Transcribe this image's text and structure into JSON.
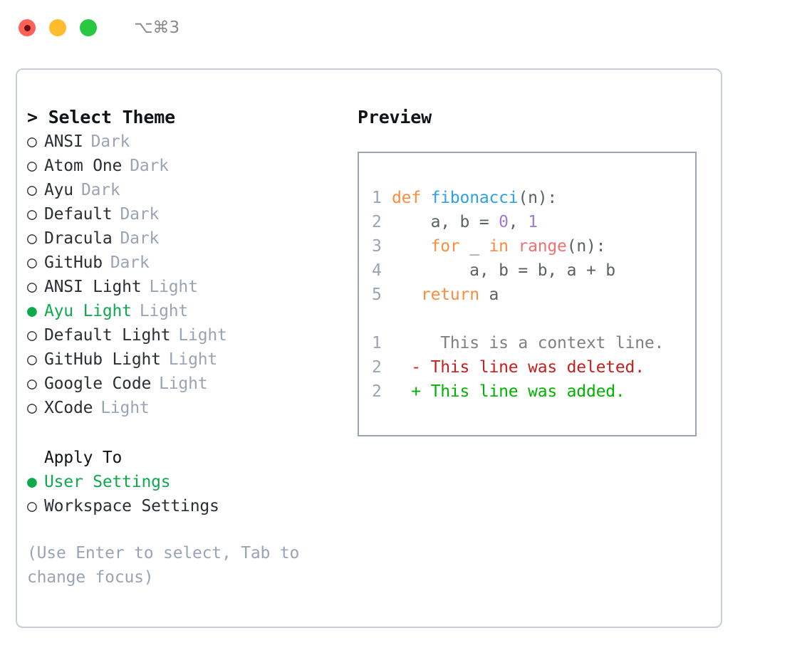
{
  "titlebar": {
    "shortcut": "⌥⌘3",
    "lights": [
      {
        "name": "close",
        "color": "#ff6058"
      },
      {
        "name": "minimize",
        "color": "#ffbd2e"
      },
      {
        "name": "maximize",
        "color": "#28c840"
      }
    ]
  },
  "theme_picker": {
    "heading": "> Select Theme",
    "options": [
      {
        "bullet": "○",
        "name": "ANSI",
        "badge": "Dark",
        "selected": false
      },
      {
        "bullet": "○",
        "name": "Atom One",
        "badge": "Dark",
        "selected": false
      },
      {
        "bullet": "○",
        "name": "Ayu",
        "badge": "Dark",
        "selected": false
      },
      {
        "bullet": "○",
        "name": "Default",
        "badge": "Dark",
        "selected": false
      },
      {
        "bullet": "○",
        "name": "Dracula",
        "badge": "Dark",
        "selected": false
      },
      {
        "bullet": "○",
        "name": "GitHub",
        "badge": "Dark",
        "selected": false
      },
      {
        "bullet": "○",
        "name": "ANSI Light",
        "badge": "Light",
        "selected": false
      },
      {
        "bullet": "●",
        "name": "Ayu Light",
        "badge": "Light",
        "selected": true
      },
      {
        "bullet": "○",
        "name": "Default Light",
        "badge": "Light",
        "selected": false
      },
      {
        "bullet": "○",
        "name": "GitHub Light",
        "badge": "Light",
        "selected": false
      },
      {
        "bullet": "○",
        "name": "Google Code",
        "badge": "Light",
        "selected": false
      },
      {
        "bullet": "○",
        "name": "XCode",
        "badge": "Light",
        "selected": false
      }
    ]
  },
  "apply_to": {
    "heading": "Apply To",
    "options": [
      {
        "bullet": "●",
        "name": "User Settings",
        "selected": true
      },
      {
        "bullet": "○",
        "name": "Workspace Settings",
        "selected": false
      }
    ]
  },
  "hint": "(Use Enter to select, Tab to change focus)",
  "preview": {
    "title": "Preview",
    "code": [
      {
        "num": "1",
        "tokens": [
          {
            "t": "def",
            "c": "kw"
          },
          {
            "t": " ",
            "c": "pn"
          },
          {
            "t": "fibonacci",
            "c": "fn"
          },
          {
            "t": "(n):",
            "c": "pn"
          }
        ]
      },
      {
        "num": "2",
        "tokens": [
          {
            "t": "    a, b = ",
            "c": "pn"
          },
          {
            "t": "0",
            "c": "num"
          },
          {
            "t": ", ",
            "c": "pn"
          },
          {
            "t": "1",
            "c": "num"
          }
        ]
      },
      {
        "num": "3",
        "tokens": [
          {
            "t": "    ",
            "c": "pn"
          },
          {
            "t": "for",
            "c": "kw"
          },
          {
            "t": " _ ",
            "c": "pn"
          },
          {
            "t": "in",
            "c": "kw"
          },
          {
            "t": " ",
            "c": "pn"
          },
          {
            "t": "range",
            "c": "bi"
          },
          {
            "t": "(n):",
            "c": "pn"
          }
        ]
      },
      {
        "num": "4",
        "tokens": [
          {
            "t": "        a, b = b, a + b",
            "c": "pn"
          }
        ]
      },
      {
        "num": "5",
        "tokens": [
          {
            "t": "   ",
            "c": "pn"
          },
          {
            "t": "return",
            "c": "kw"
          },
          {
            "t": " a",
            "c": "pn"
          }
        ]
      }
    ],
    "diff": [
      {
        "num": "1",
        "marker": " ",
        "text": "  This is a context line.",
        "kind": "ctx"
      },
      {
        "num": "2",
        "marker": "-",
        "text": " This line was deleted.",
        "kind": "del"
      },
      {
        "num": "2",
        "marker": "+",
        "text": " This line was added.",
        "kind": "add"
      }
    ]
  },
  "colors": {
    "keyword": "#fa8d3e",
    "function": "#2ca1e8",
    "number": "#a37acc",
    "builtin": "#f07171",
    "punctuation": "#5c6166",
    "linenumber": "#9aa5b4",
    "selected_green": "#10a94e",
    "badge_gray": "#9aa4b4",
    "diff_added": "#00b300",
    "diff_deleted": "#c52020",
    "diff_context": "#808080",
    "panel_border": "#c9cfd9",
    "preview_border": "#9aa5b4"
  }
}
